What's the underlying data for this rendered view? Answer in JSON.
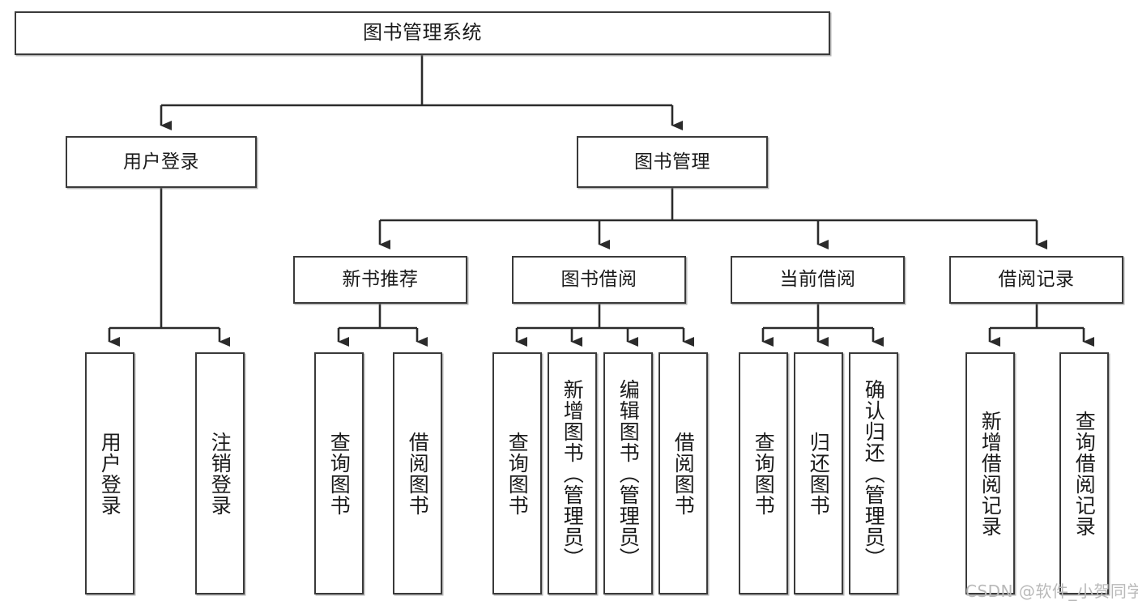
{
  "diagram": {
    "type": "tree",
    "title": "图书管理系统",
    "orientation": "top-down",
    "colors": {
      "box_border": "#3a3a3a",
      "box_fill": "#ffffff",
      "edge": "#2b2b2b",
      "text": "#1b1b1b",
      "watermark": "#b9b9b9"
    }
  },
  "watermark": {
    "text": "CSDN @软件_小贺同学"
  },
  "nodes": {
    "root": {
      "label": "图书管理系统",
      "level": 1
    },
    "level2": [
      {
        "id": "user-login",
        "label": "用户登录"
      },
      {
        "id": "book-manage",
        "label": "图书管理"
      }
    ],
    "level3": [
      {
        "id": "new-book-recommend",
        "label": "新书推荐",
        "parent": "book-manage"
      },
      {
        "id": "book-borrow",
        "label": "图书借阅",
        "parent": "book-manage"
      },
      {
        "id": "current-borrow",
        "label": "当前借阅",
        "parent": "book-manage"
      },
      {
        "id": "borrow-record",
        "label": "借阅记录",
        "parent": "book-manage"
      }
    ],
    "leaves": [
      {
        "id": "leaf-user-login",
        "label": "用户登录",
        "parent": "user-login"
      },
      {
        "id": "leaf-user-logout",
        "label": "注销登录",
        "parent": "user-login"
      },
      {
        "id": "leaf-recommend-query",
        "label": "查询图书",
        "parent": "new-book-recommend"
      },
      {
        "id": "leaf-recommend-borrow",
        "label": "借阅图书",
        "parent": "new-book-recommend"
      },
      {
        "id": "leaf-borrow-query",
        "label": "查询图书",
        "parent": "book-borrow"
      },
      {
        "id": "leaf-borrow-add",
        "label": "新增图书（管理员）",
        "parent": "book-borrow"
      },
      {
        "id": "leaf-borrow-edit",
        "label": "编辑图书（管理员）",
        "parent": "book-borrow"
      },
      {
        "id": "leaf-borrow-borrow",
        "label": "借阅图书",
        "parent": "book-borrow"
      },
      {
        "id": "leaf-current-query",
        "label": "查询图书",
        "parent": "current-borrow"
      },
      {
        "id": "leaf-current-return",
        "label": "归还图书",
        "parent": "current-borrow"
      },
      {
        "id": "leaf-current-confirm",
        "label": "确认归还（管理员）",
        "parent": "current-borrow"
      },
      {
        "id": "leaf-record-add",
        "label": "新增借阅记录",
        "parent": "borrow-record"
      },
      {
        "id": "leaf-record-query",
        "label": "查询借阅记录",
        "parent": "borrow-record"
      }
    ]
  }
}
